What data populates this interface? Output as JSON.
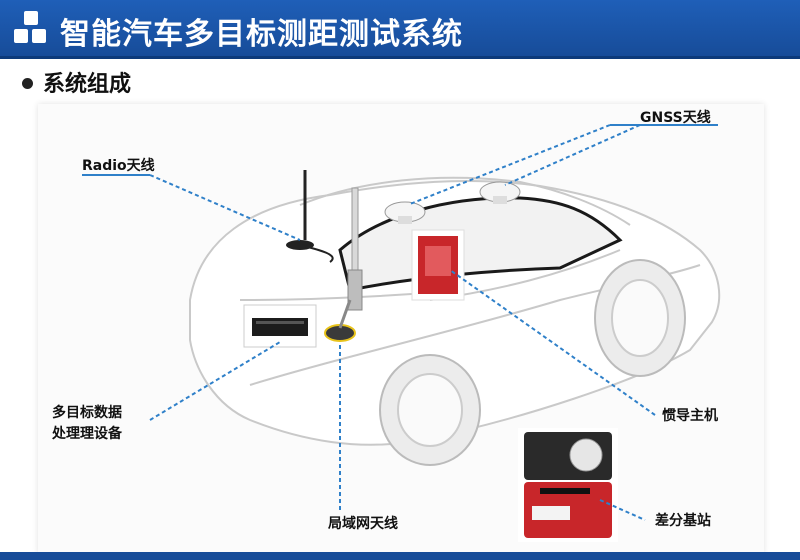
{
  "header": {
    "title": "智能汽车多目标测距测试系统"
  },
  "section": {
    "title": "系统组成"
  },
  "labels": {
    "gnss": "GNSS天线",
    "radio": "Radio天线",
    "processor_line1": "多目标数据",
    "processor_line2": "处理理设备",
    "imu": "惯导主机",
    "lan": "局域网天线",
    "base": "差分基站"
  },
  "colors": {
    "header_blue": "#1f5fb8",
    "leader_blue": "#2f80c9",
    "device_red": "#c8262a"
  }
}
